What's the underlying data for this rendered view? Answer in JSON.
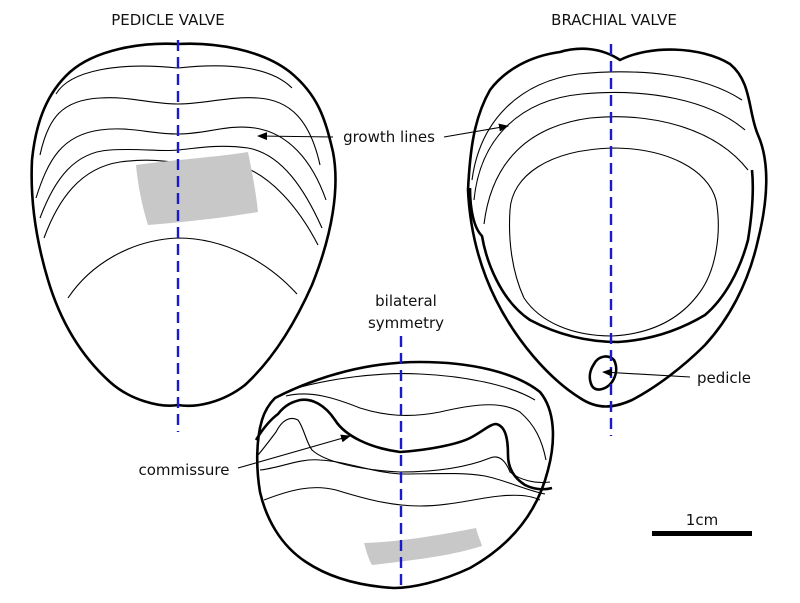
{
  "labels": {
    "pedicle_valve": "PEDICLE VALVE",
    "brachial_valve": "BRACHIAL VALVE",
    "growth_lines": "growth lines",
    "bilateral_line1": "bilateral",
    "bilateral_line2": "symmetry",
    "commissure": "commissure",
    "pedicle": "pedicle",
    "scale": "1cm"
  },
  "colors": {
    "symmetry_axis": "#1a1acd",
    "outline": "#000000",
    "patch": "#c8c8c8"
  }
}
